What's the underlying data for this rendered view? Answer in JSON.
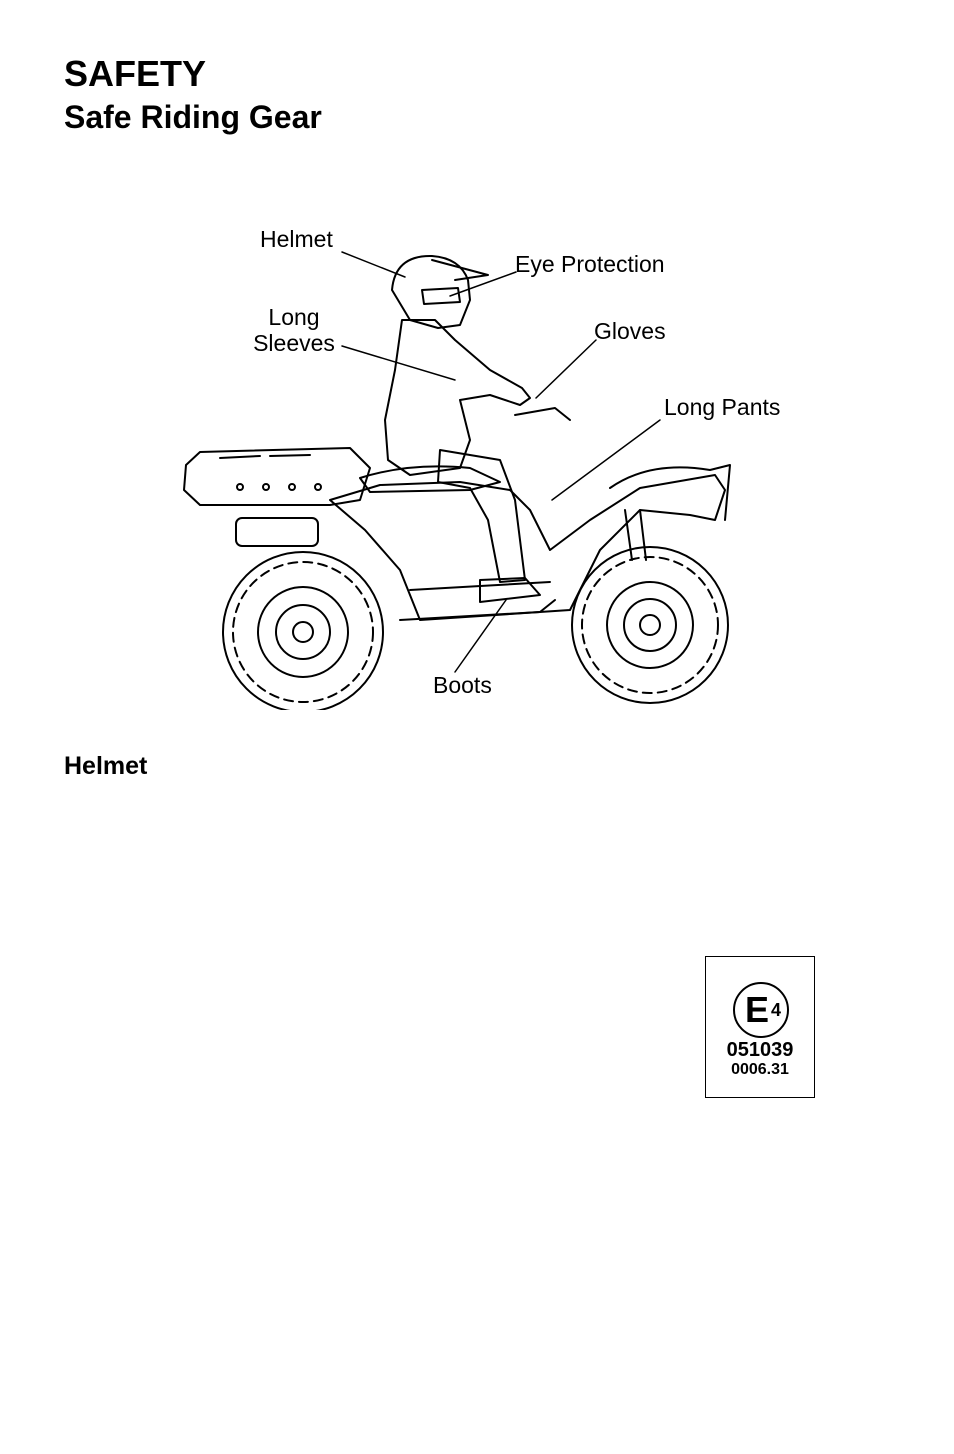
{
  "header": {
    "section": "SAFETY",
    "title": "Safe Riding Gear"
  },
  "figure": {
    "labels": {
      "helmet": "Helmet",
      "eye_protection": "Eye Protection",
      "long_sleeves_line1": "Long",
      "long_sleeves_line2": "Sleeves",
      "gloves": "Gloves",
      "long_pants": "Long Pants",
      "boots": "Boots"
    }
  },
  "helmet_section": {
    "heading": "Helmet"
  },
  "emark": {
    "letter": "E",
    "country": "4",
    "approval_number": "051039",
    "serial": "0006.31"
  }
}
